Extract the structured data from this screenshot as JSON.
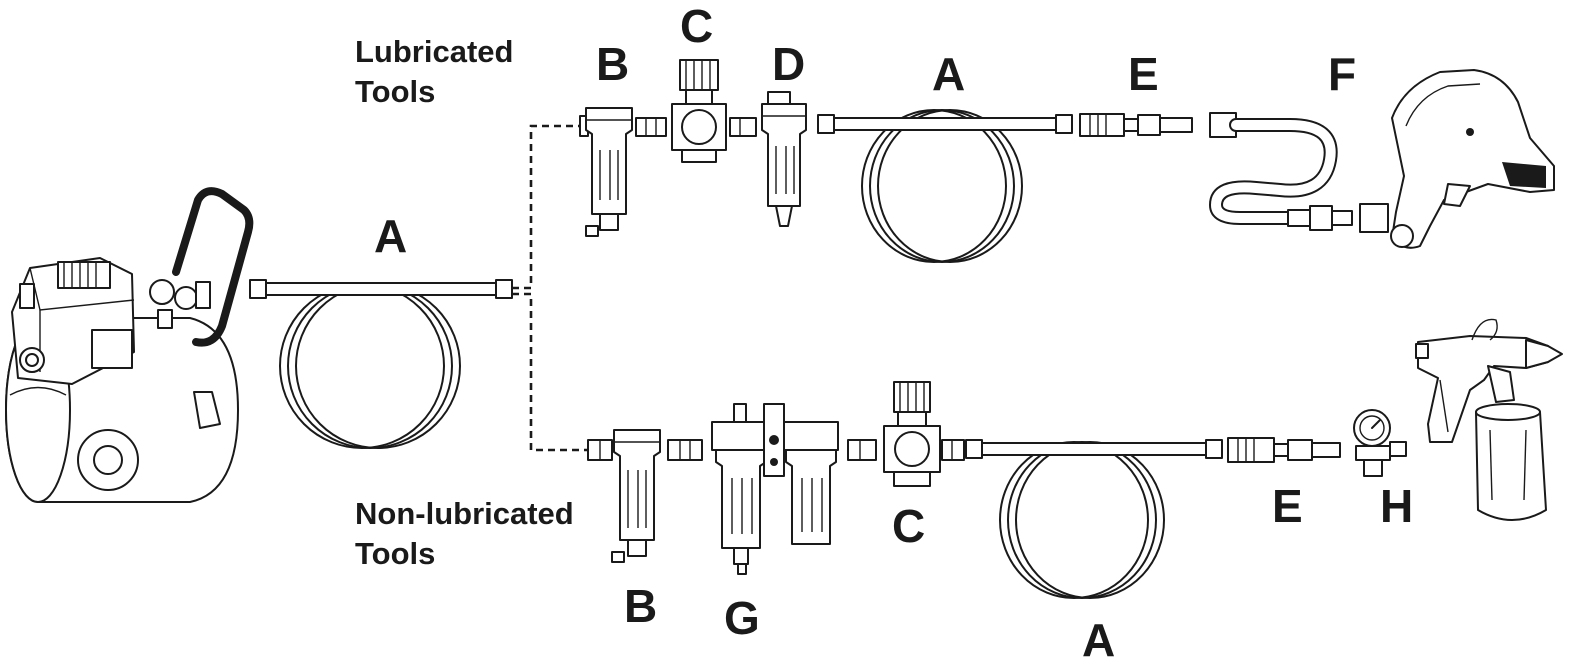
{
  "captions": {
    "lubricated": [
      "Lubricated",
      "Tools"
    ],
    "non_lubricated": [
      "Non-lubricated",
      "Tools"
    ]
  },
  "labels": {
    "a_supply": "A",
    "top_b": "B",
    "top_c": "C",
    "top_d": "D",
    "top_a": "A",
    "top_e": "E",
    "top_f": "F",
    "bottom_b": "B",
    "bottom_g": "G",
    "bottom_c": "C",
    "bottom_a": "A",
    "bottom_e": "E",
    "bottom_h": "H"
  }
}
